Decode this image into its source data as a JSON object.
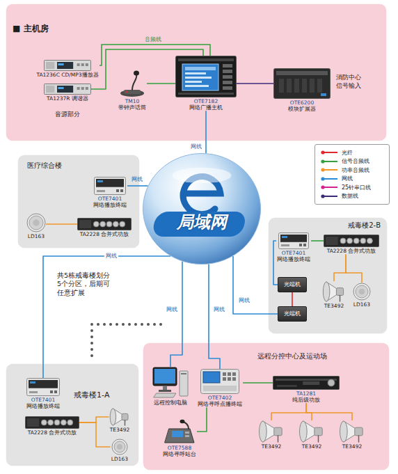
{
  "diagram": {
    "nodes": [
      {
        "text": [
          "■ 主机房"
        ]
      },
      {
        "text": [
          "TA1236C CD/MP3播放器"
        ],
        "in": 0
      },
      {
        "text": [
          "TA1237R 调谐器"
        ],
        "in": 0
      },
      {
        "text": [
          "TM10",
          "带钟声话筒"
        ],
        "in": 0
      },
      {
        "text": [
          "OTE7182",
          "网络广播主机"
        ],
        "in": 0
      },
      {
        "text": [
          "OTE6200",
          "模块扩展器"
        ],
        "in": 0
      },
      {
        "text": [
          "医疗综合楼"
        ]
      },
      {
        "text": [
          "OTE7401",
          "网络播放终端"
        ],
        "in": 6
      },
      {
        "text": [
          "LD163"
        ],
        "in": 6
      },
      {
        "text": [
          "TA2228 合并式功放"
        ],
        "in": 6
      },
      {
        "text": [
          "局域网"
        ]
      },
      {
        "text": [
          "戒毒楼2-B"
        ]
      },
      {
        "text": [
          "OTE7401",
          "网络播放终端"
        ],
        "in": 11
      },
      {
        "text": [
          "TA2228 合并式功放"
        ],
        "in": 11
      },
      {
        "text": [
          "光端机"
        ],
        "in": 11
      },
      {
        "text": [
          "光端机"
        ],
        "in": 11
      },
      {
        "text": [
          "TE3492"
        ],
        "in": 11
      },
      {
        "text": [
          "LD163"
        ],
        "in": 11
      },
      {
        "text": [
          "戒毒楼1-A"
        ]
      },
      {
        "text": [
          "OTE7401",
          "网络播放终端"
        ],
        "in": 18
      },
      {
        "text": [
          "TA2228 合并式功放"
        ],
        "in": 18
      },
      {
        "text": [
          "TE3492"
        ],
        "in": 18
      },
      {
        "text": [
          "LD163"
        ],
        "in": 18
      },
      {
        "text": [
          "远程分控中心及运动场"
        ]
      },
      {
        "text": [
          "远程控制电脑"
        ],
        "in": 23
      },
      {
        "text": [
          "OTE7402",
          "网络寻呼点播终端"
        ],
        "in": 23
      },
      {
        "text": [
          "OTE7588",
          "网络寻呼站台"
        ],
        "in": 23
      },
      {
        "text": [
          "TA1281",
          "纯后级功放"
        ],
        "in": 23
      },
      {
        "text": [
          "TE3492"
        ],
        "in": 23
      },
      {
        "text": [
          "TE3492"
        ],
        "in": 23
      },
      {
        "text": [
          "TE3492"
        ],
        "in": 23
      }
    ],
    "edges": [
      {
        "from": 1,
        "to": 4,
        "label": "音频线",
        "arrow": "none"
      },
      {
        "from": 2,
        "to": 4,
        "arrow": "none"
      },
      {
        "from": 3,
        "to": 4,
        "arrow": "none"
      },
      {
        "from": 4,
        "to": 5,
        "arrow": "none"
      },
      {
        "from": 4,
        "to": 10,
        "label": "网线",
        "arrow": "none"
      },
      {
        "from": 7,
        "to": 10,
        "label": "网线",
        "arrow": "none"
      },
      {
        "from": 9,
        "to": 8,
        "arrow": "none"
      },
      {
        "from": 10,
        "to": 15,
        "label": "网线",
        "arrow": "none"
      },
      {
        "from": 14,
        "to": 15,
        "arrow": "none"
      },
      {
        "from": 12,
        "to": 14,
        "arrow": "none"
      },
      {
        "from": 12,
        "to": 13,
        "arrow": "none"
      },
      {
        "from": 13,
        "to": 16,
        "arrow": "none"
      },
      {
        "from": 13,
        "to": 17,
        "arrow": "none"
      },
      {
        "from": 10,
        "to": 19,
        "label": "网线",
        "arrow": "none"
      },
      {
        "from": 20,
        "to": 21,
        "arrow": "none"
      },
      {
        "from": 20,
        "to": 22,
        "arrow": "none"
      },
      {
        "from": 10,
        "to": 24,
        "label": "网线",
        "arrow": "none"
      },
      {
        "from": 10,
        "to": 25,
        "label": "网线",
        "arrow": "none"
      },
      {
        "from": 25,
        "to": 26,
        "arrow": "none"
      },
      {
        "from": 25,
        "to": 27,
        "arrow": "none"
      },
      {
        "from": 27,
        "to": 28,
        "arrow": "none"
      },
      {
        "from": 27,
        "to": 29,
        "arrow": "none"
      },
      {
        "from": 27,
        "to": 30,
        "arrow": "none"
      }
    ],
    "labels": [
      "音源部分",
      "消防中心 信号输入",
      "共5栋戒毒楼划分 5个分区，后期可 任意扩展"
    ],
    "legend": [
      {
        "text": "光纤",
        "color": "#e2262b"
      },
      {
        "text": "信号音频线",
        "color": "#33a23c"
      },
      {
        "text": "功率音频线",
        "color": "#f0962a"
      },
      {
        "text": "网线",
        "color": "#2a8ad6"
      },
      {
        "text": "25针串口线",
        "color": "#d4238c"
      },
      {
        "text": "数据线",
        "color": "#3b2a78"
      }
    ]
  }
}
